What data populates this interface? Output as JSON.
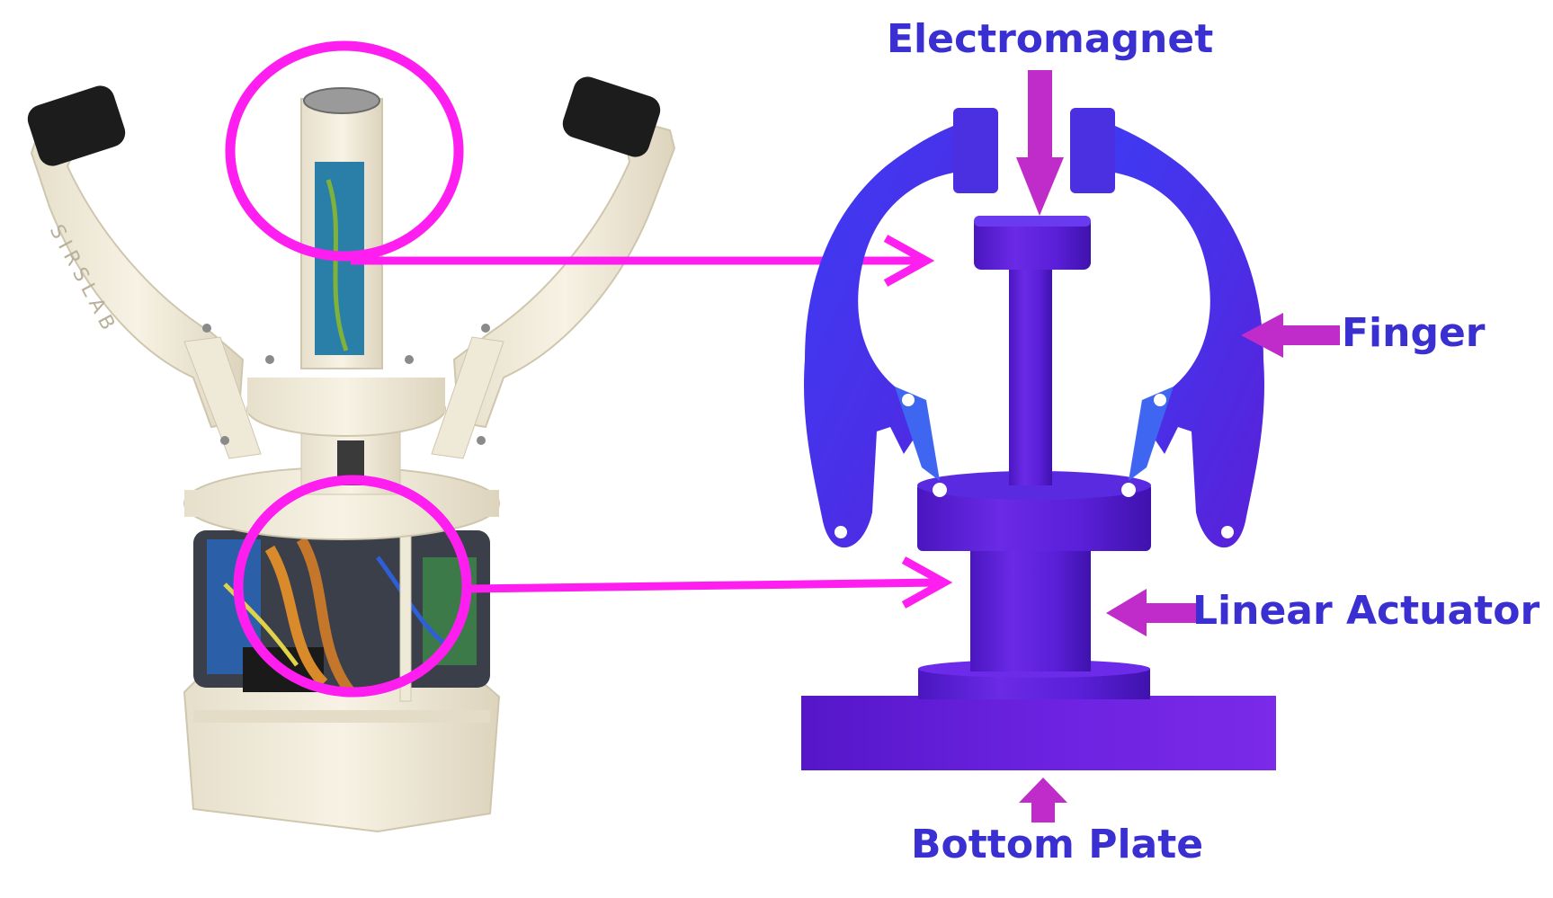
{
  "labels": {
    "electromagnet": "Electromagnet",
    "finger": "Finger",
    "linear_actuator": "Linear Actuator",
    "bottom_plate": "Bottom Plate"
  },
  "photo": {
    "engraved_text": "SIRSLAB"
  },
  "colors": {
    "label_text": "#3a2fd0",
    "callout_magenta": "#ff1ef0",
    "annotation_arrow": "#c02cc9",
    "model_purple": "#5a1fd8",
    "model_blue": "#3b3cf2",
    "printed_part_cream": "#efe9d8",
    "grip_pad_black": "#1c1c1c"
  },
  "icons": {
    "callout": "circle-highlight",
    "pointer": "arrow-right",
    "annotation": "arrow-block"
  }
}
